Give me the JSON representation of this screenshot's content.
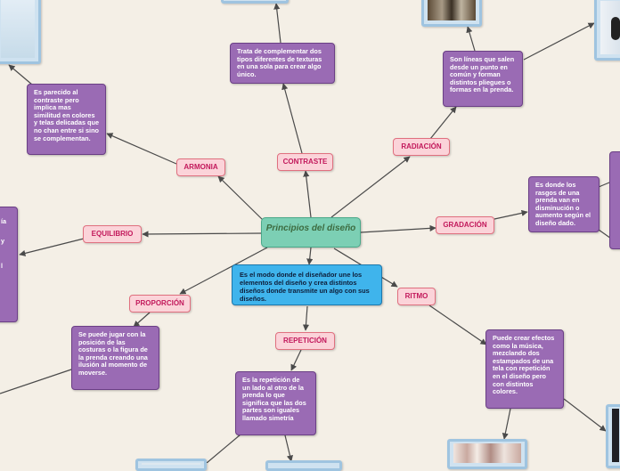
{
  "central": {
    "title": "Principios del diseño"
  },
  "definition": "Es el modo donde el diseñador une los elementos del diseño y crea distintos diseños donde transmite un algo con sus diseños.",
  "branches": {
    "contraste": {
      "label": "CONTRASTE",
      "description": "Trata de complementar dos tipos diferentes de texturas en una sola para crear algo único."
    },
    "armonia": {
      "label": "ARMONIA",
      "description": "Es parecido al contraste pero implica mas similitud en colores y telas delicadas que no chan entre si sino se complementan."
    },
    "radiacion": {
      "label": "RADIACIÓN",
      "description": "Son líneas que salen desde un punto en común y forman distintos pliegues o formas en la prenda."
    },
    "equilibrio": {
      "label": "EQUILIBRIO"
    },
    "gradacion": {
      "label": "GRADACIÓN",
      "description": "Es donde los rasgos de una prenda van en disminución o aumento según el diseño dado."
    },
    "proporcion": {
      "label": "PROPORCIÓN",
      "description": "Se puede jugar con la posición de las costuras o la figura de la prenda creando una ilusión al momento de moverse."
    },
    "ritmo": {
      "label": "RITMO",
      "description": "Puede crear efectos como la música, mezclando dos estampados de una tela con repetición en el diseño pero con distintos colores."
    },
    "repeticion": {
      "label": "REPETICIÓN",
      "description": "Es la repetición de un lado al otro de la prenda lo que significa que las dos partes son iguales llamado simetría"
    }
  },
  "colors": {
    "background": "#f4efe6",
    "central_fill": "#7ccfb4",
    "label_fill": "#fbd3d9",
    "label_text": "#c2185b",
    "description_fill": "#9a6bb4",
    "definition_fill": "#3fb4ec",
    "connector": "#4a4a4a"
  }
}
